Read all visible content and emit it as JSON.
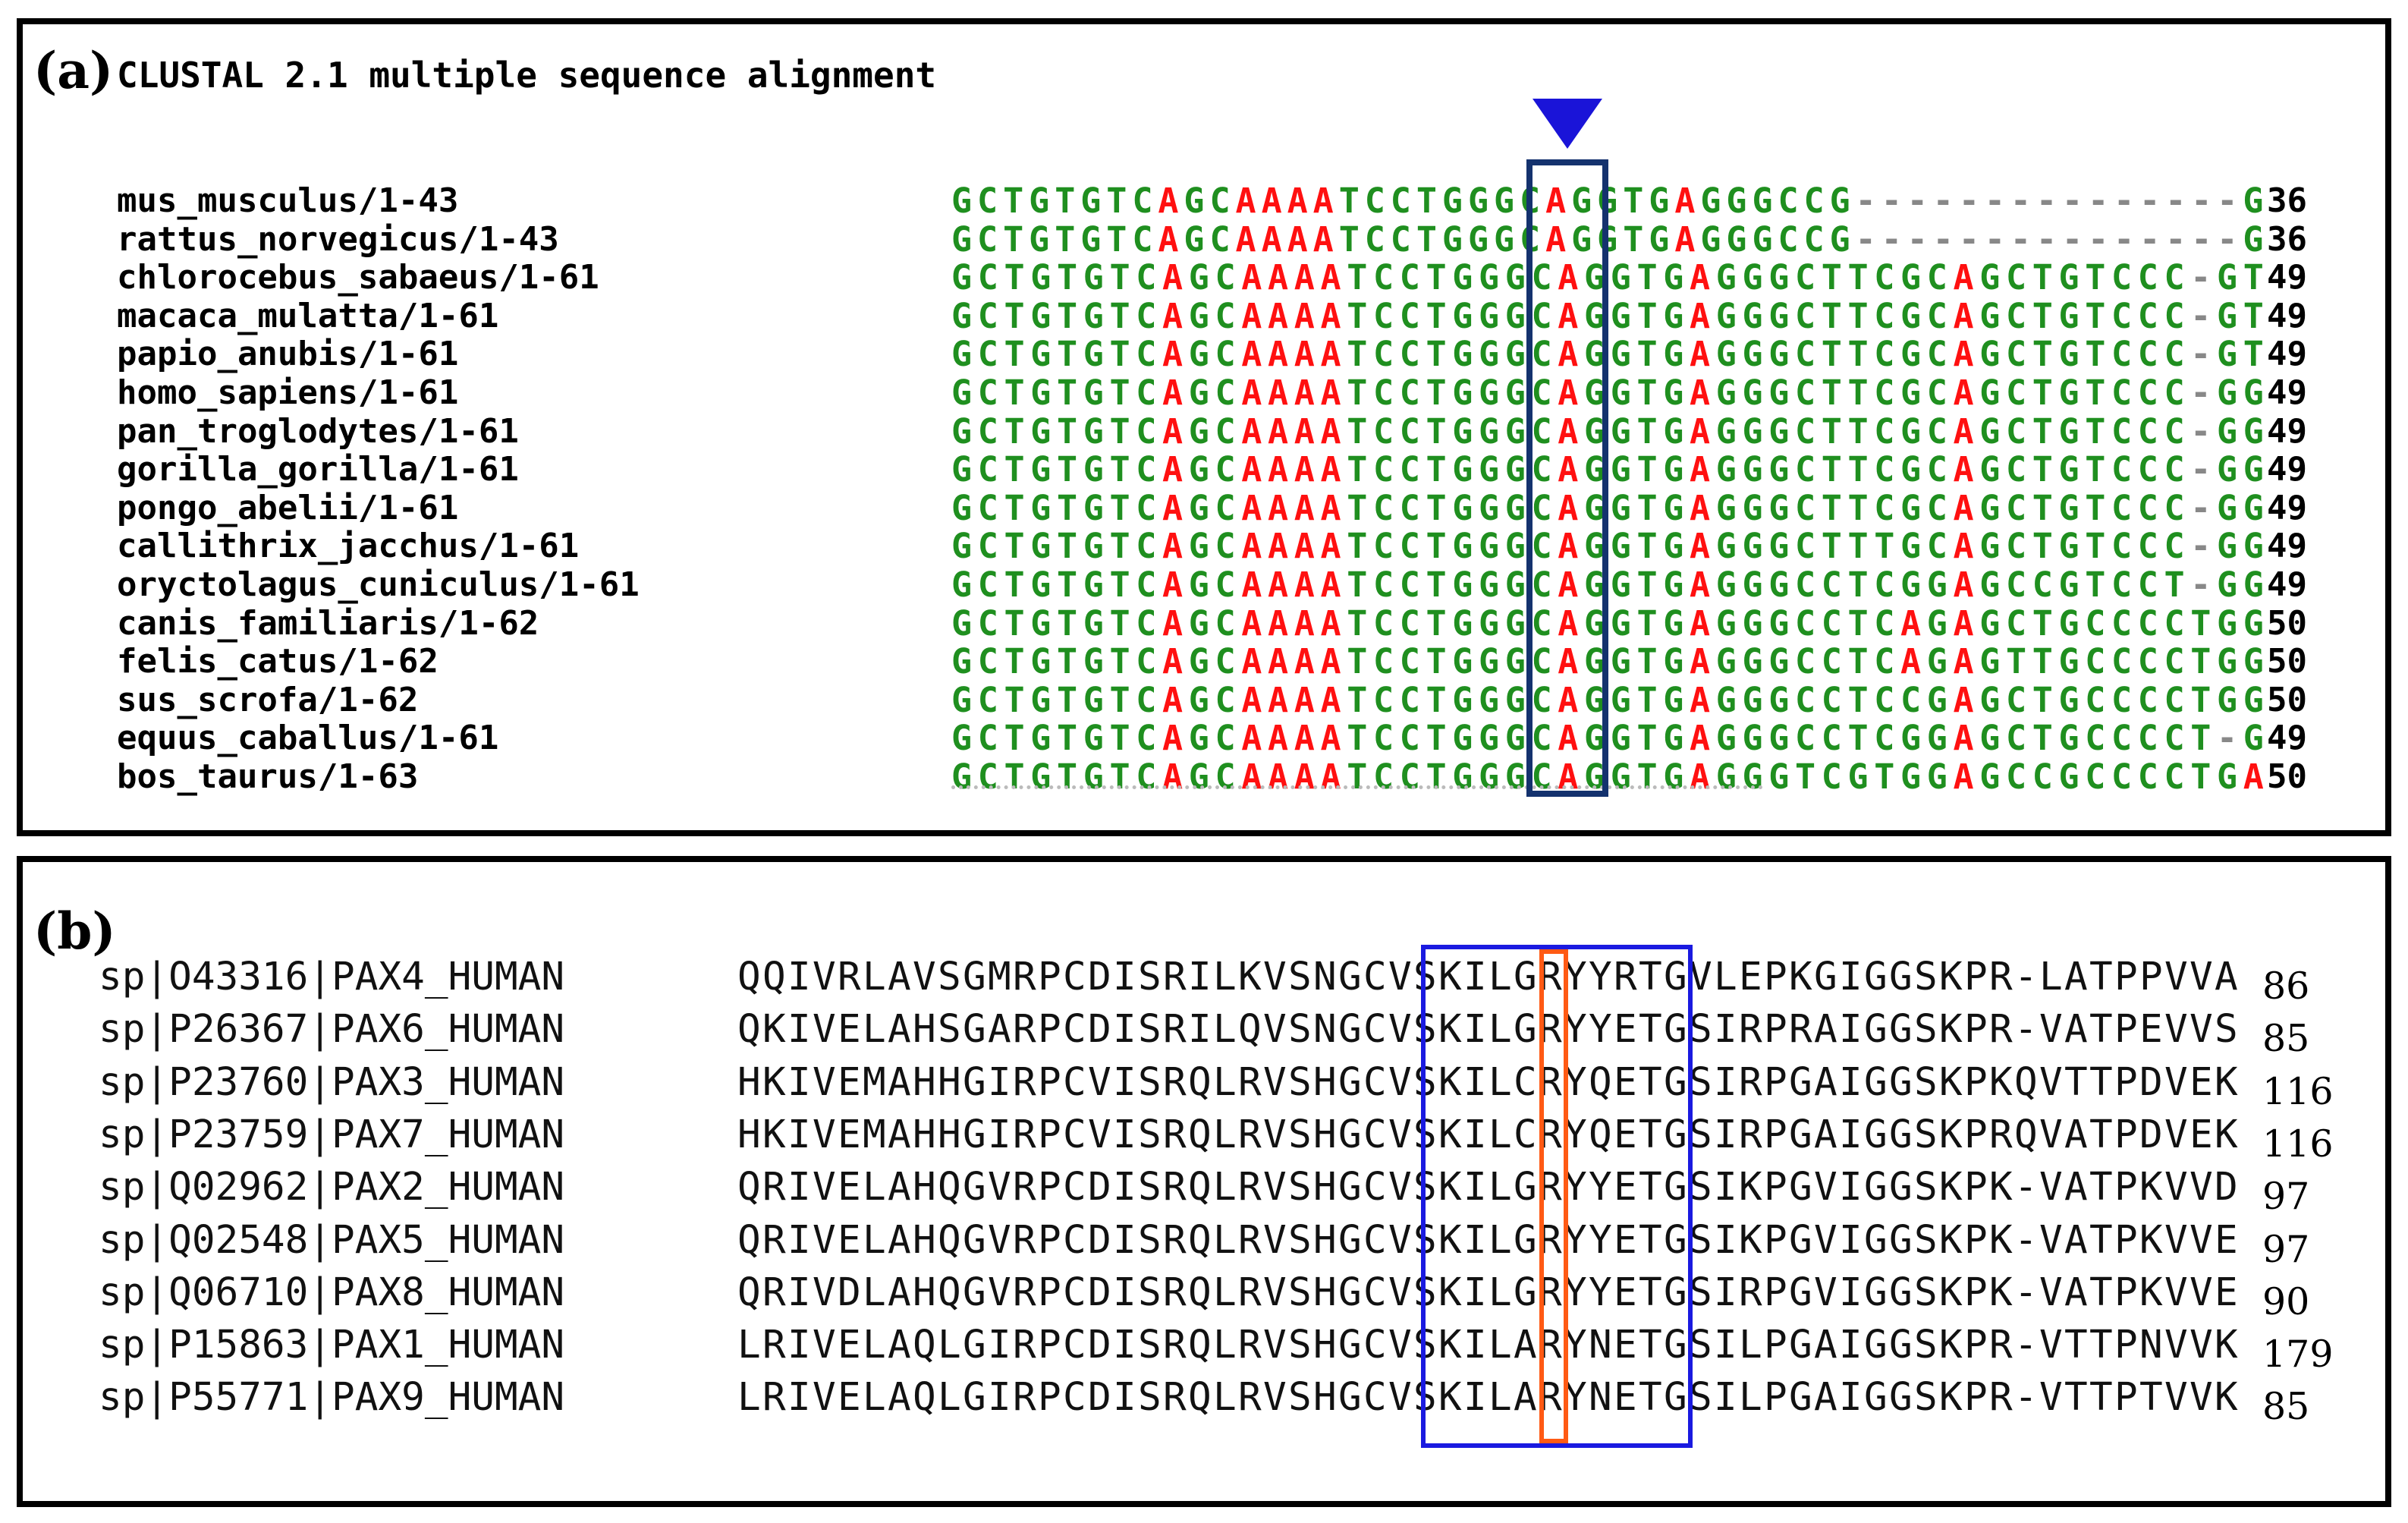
{
  "panel_a": {
    "label": "(a)",
    "title": "CLUSTAL 2.1 multiple sequence alignment",
    "rows": [
      {
        "name": "mus_musculus/1-43",
        "seq": "GCTGTGTCAGCAAAATCCTGGGCAGGTGAGGGCCG---------------G",
        "count": "36"
      },
      {
        "name": "rattus_norvegicus/1-43",
        "seq": "GCTGTGTCAGCAAAATCCTGGGCAGGTGAGGGCCG---------------G",
        "count": "36"
      },
      {
        "name": "chlorocebus_sabaeus/1-61",
        "seq": "GCTGTGTCAGCAAAATCCTGGGCAGGTGAGGGCTTCGCAGCTGTCCC-GT",
        "count": "49"
      },
      {
        "name": "macaca_mulatta/1-61",
        "seq": "GCTGTGTCAGCAAAATCCTGGGCAGGTGAGGGCTTCGCAGCTGTCCC-GT",
        "count": "49"
      },
      {
        "name": "papio_anubis/1-61",
        "seq": "GCTGTGTCAGCAAAATCCTGGGCAGGTGAGGGCTTCGCAGCTGTCCC-GT",
        "count": "49"
      },
      {
        "name": "homo_sapiens/1-61",
        "seq": "GCTGTGTCAGCAAAATCCTGGGCAGGTGAGGGCTTCGCAGCTGTCCC-GG",
        "count": "49"
      },
      {
        "name": "pan_troglodytes/1-61",
        "seq": "GCTGTGTCAGCAAAATCCTGGGCAGGTGAGGGCTTCGCAGCTGTCCC-GG",
        "count": "49"
      },
      {
        "name": "gorilla_gorilla/1-61",
        "seq": "GCTGTGTCAGCAAAATCCTGGGCAGGTGAGGGCTTCGCAGCTGTCCC-GG",
        "count": "49"
      },
      {
        "name": "pongo_abelii/1-61",
        "seq": "GCTGTGTCAGCAAAATCCTGGGCAGGTGAGGGCTTCGCAGCTGTCCC-GG",
        "count": "49"
      },
      {
        "name": "callithrix_jacchus/1-61",
        "seq": "GCTGTGTCAGCAAAATCCTGGGCAGGTGAGGGCTTTGCAGCTGTCCC-GG",
        "count": "49"
      },
      {
        "name": "oryctolagus_cuniculus/1-61",
        "seq": "GCTGTGTCAGCAAAATCCTGGGCAGGTGAGGGCCTCGGAGCCGTCCT-GG",
        "count": "49"
      },
      {
        "name": "canis_familiaris/1-62",
        "seq": "GCTGTGTCAGCAAAATCCTGGGCAGGTGAGGGCCTCAGAGCTGCCCCTGG",
        "count": "50"
      },
      {
        "name": "felis_catus/1-62",
        "seq": "GCTGTGTCAGCAAAATCCTGGGCAGGTGAGGGCCTCAGAGTTGCCCCTGG",
        "count": "50"
      },
      {
        "name": "sus_scrofa/1-62",
        "seq": "GCTGTGTCAGCAAAATCCTGGGCAGGTGAGGGCCTCCGAGCTGCCCCTGG",
        "count": "50"
      },
      {
        "name": "equus_caballus/1-61",
        "seq": "GCTGTGTCAGCAAAATCCTGGGCAGGTGAGGGCCTCGGAGCTGCCCCT-G",
        "count": "49"
      },
      {
        "name": "bos_taurus/1-63",
        "seq": "GCTGTGTCAGCAAAATCCTGGGCAGGTGAGGGTCGTGGAGCCGCCCCTGA",
        "count": "50"
      }
    ],
    "colors": {
      "base": "#1f8f1f",
      "highlight": "#ff1010",
      "gap": "#888888",
      "site_box": "#14326e",
      "arrow": "#1a14d8"
    }
  },
  "panel_b": {
    "label": "(b)",
    "rows": [
      {
        "name": "sp|O43316|PAX4_HUMAN",
        "seq": "QQIVRLAVSGMRPCDISRILKVSNGCVSKILGRYYRTGVLEPKGIGGSKPR-LATPPVVA",
        "count": "86"
      },
      {
        "name": "sp|P26367|PAX6_HUMAN",
        "seq": "QKIVELAHSGARPCDISRILQVSNGCVSKILGRYYETGSIRPRAIGGSKPR-VATPEVVS",
        "count": "85"
      },
      {
        "name": "sp|P23760|PAX3_HUMAN",
        "seq": "HKIVEMAHHGIRPCVISRQLRVSHGCVSKILCRYQETGSIRPGAIGGSKPKQVTTPDVEK",
        "count": "116"
      },
      {
        "name": "sp|P23759|PAX7_HUMAN",
        "seq": "HKIVEMAHHGIRPCVISRQLRVSHGCVSKILCRYQETGSIRPGAIGGSKPRQVATPDVEK",
        "count": "116"
      },
      {
        "name": "sp|Q02962|PAX2_HUMAN",
        "seq": "QRIVELAHQGVRPCDISRQLRVSHGCVSKILGRYYETGSIKPGVIGGSKPK-VATPKVVD",
        "count": "97"
      },
      {
        "name": "sp|Q02548|PAX5_HUMAN",
        "seq": "QRIVELAHQGVRPCDISRQLRVSHGCVSKILGRYYETGSIKPGVIGGSKPK-VATPKVVE",
        "count": "97"
      },
      {
        "name": "sp|Q06710|PAX8_HUMAN",
        "seq": "QRIVDLAHQGVRPCDISRQLRVSHGCVSKILGRYYETGSIRPGVIGGSKPK-VATPKVVE",
        "count": "90"
      },
      {
        "name": "sp|P15863|PAX1_HUMAN",
        "seq": "LRIVELAQLGIRPCDISRQLRVSHGCVSKILARYNETGSILPGAIGGSKPR-VTTPNVVK",
        "count": "179"
      },
      {
        "name": "sp|P55771|PAX9_HUMAN",
        "seq": "LRIVELAQLGIRPCDISRQLRVSHGCVSKILARYNETGSILPGAIGGSKPR-VTTPTVVK",
        "count": "85"
      }
    ],
    "colors": {
      "motif_box": "#1a1ae0",
      "site_box": "#ff5a14"
    }
  }
}
